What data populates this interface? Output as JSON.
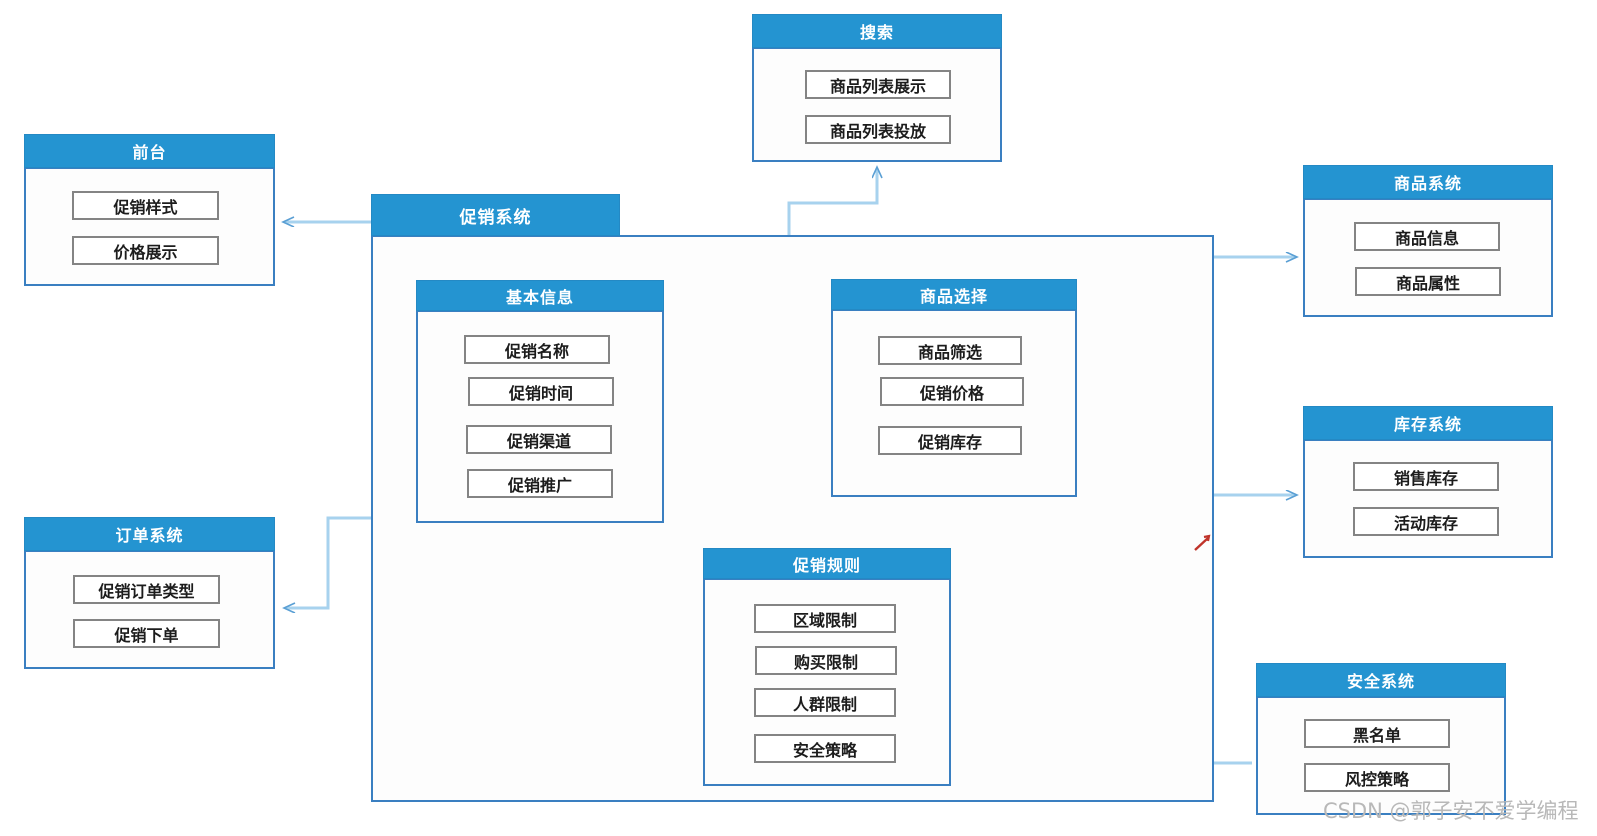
{
  "diagram": {
    "title_watermark": "CSDN @郭子安不爱学编程",
    "colors": {
      "header_fill": "#2494d1",
      "package_border": "#3a7fc1",
      "item_border": "#848484",
      "wire": "#7cb8e3",
      "wire_dark": "#3a7fc1",
      "red_mark": "#c0342b"
    },
    "packages": [
      {
        "id": "search",
        "title": "搜索",
        "items": [
          "商品列表展示",
          "商品列表投放"
        ]
      },
      {
        "id": "frontend",
        "title": "前台",
        "items": [
          "促销样式",
          "价格展示"
        ]
      },
      {
        "id": "promotion",
        "title": "促销系统",
        "items": []
      },
      {
        "id": "basic-info",
        "title": "基本信息",
        "items": [
          "促销名称",
          "促销时间",
          "促销渠道",
          "促销推广"
        ]
      },
      {
        "id": "product-select",
        "title": "商品选择",
        "items": [
          "商品筛选",
          "促销价格",
          "促销库存"
        ]
      },
      {
        "id": "promotion-rule",
        "title": "促销规则",
        "items": [
          "区域限制",
          "购买限制",
          "人群限制",
          "安全策略"
        ]
      },
      {
        "id": "order-system",
        "title": "订单系统",
        "items": [
          "促销订单类型",
          "促销下单"
        ]
      },
      {
        "id": "product-system",
        "title": "商品系统",
        "items": [
          "商品信息",
          "商品属性"
        ]
      },
      {
        "id": "inventory-system",
        "title": "库存系统",
        "items": [
          "销售库存",
          "活动库存"
        ]
      },
      {
        "id": "security-system",
        "title": "安全系统",
        "items": [
          "黑名单",
          "风控策略"
        ]
      }
    ],
    "connections": [
      {
        "from": "促销系统",
        "to": "前台",
        "arrow": "left"
      },
      {
        "from": "促销系统",
        "to": "搜索",
        "arrow": "up"
      },
      {
        "from": "促销系统",
        "to": "订单系统",
        "arrow": "left"
      },
      {
        "from": "商品筛选",
        "to": "商品系统",
        "arrow": "right"
      },
      {
        "from": "促销库存",
        "to": "库存系统",
        "arrow": "right"
      },
      {
        "from": "安全策略",
        "to": "安全系统",
        "arrow": "none"
      }
    ]
  }
}
